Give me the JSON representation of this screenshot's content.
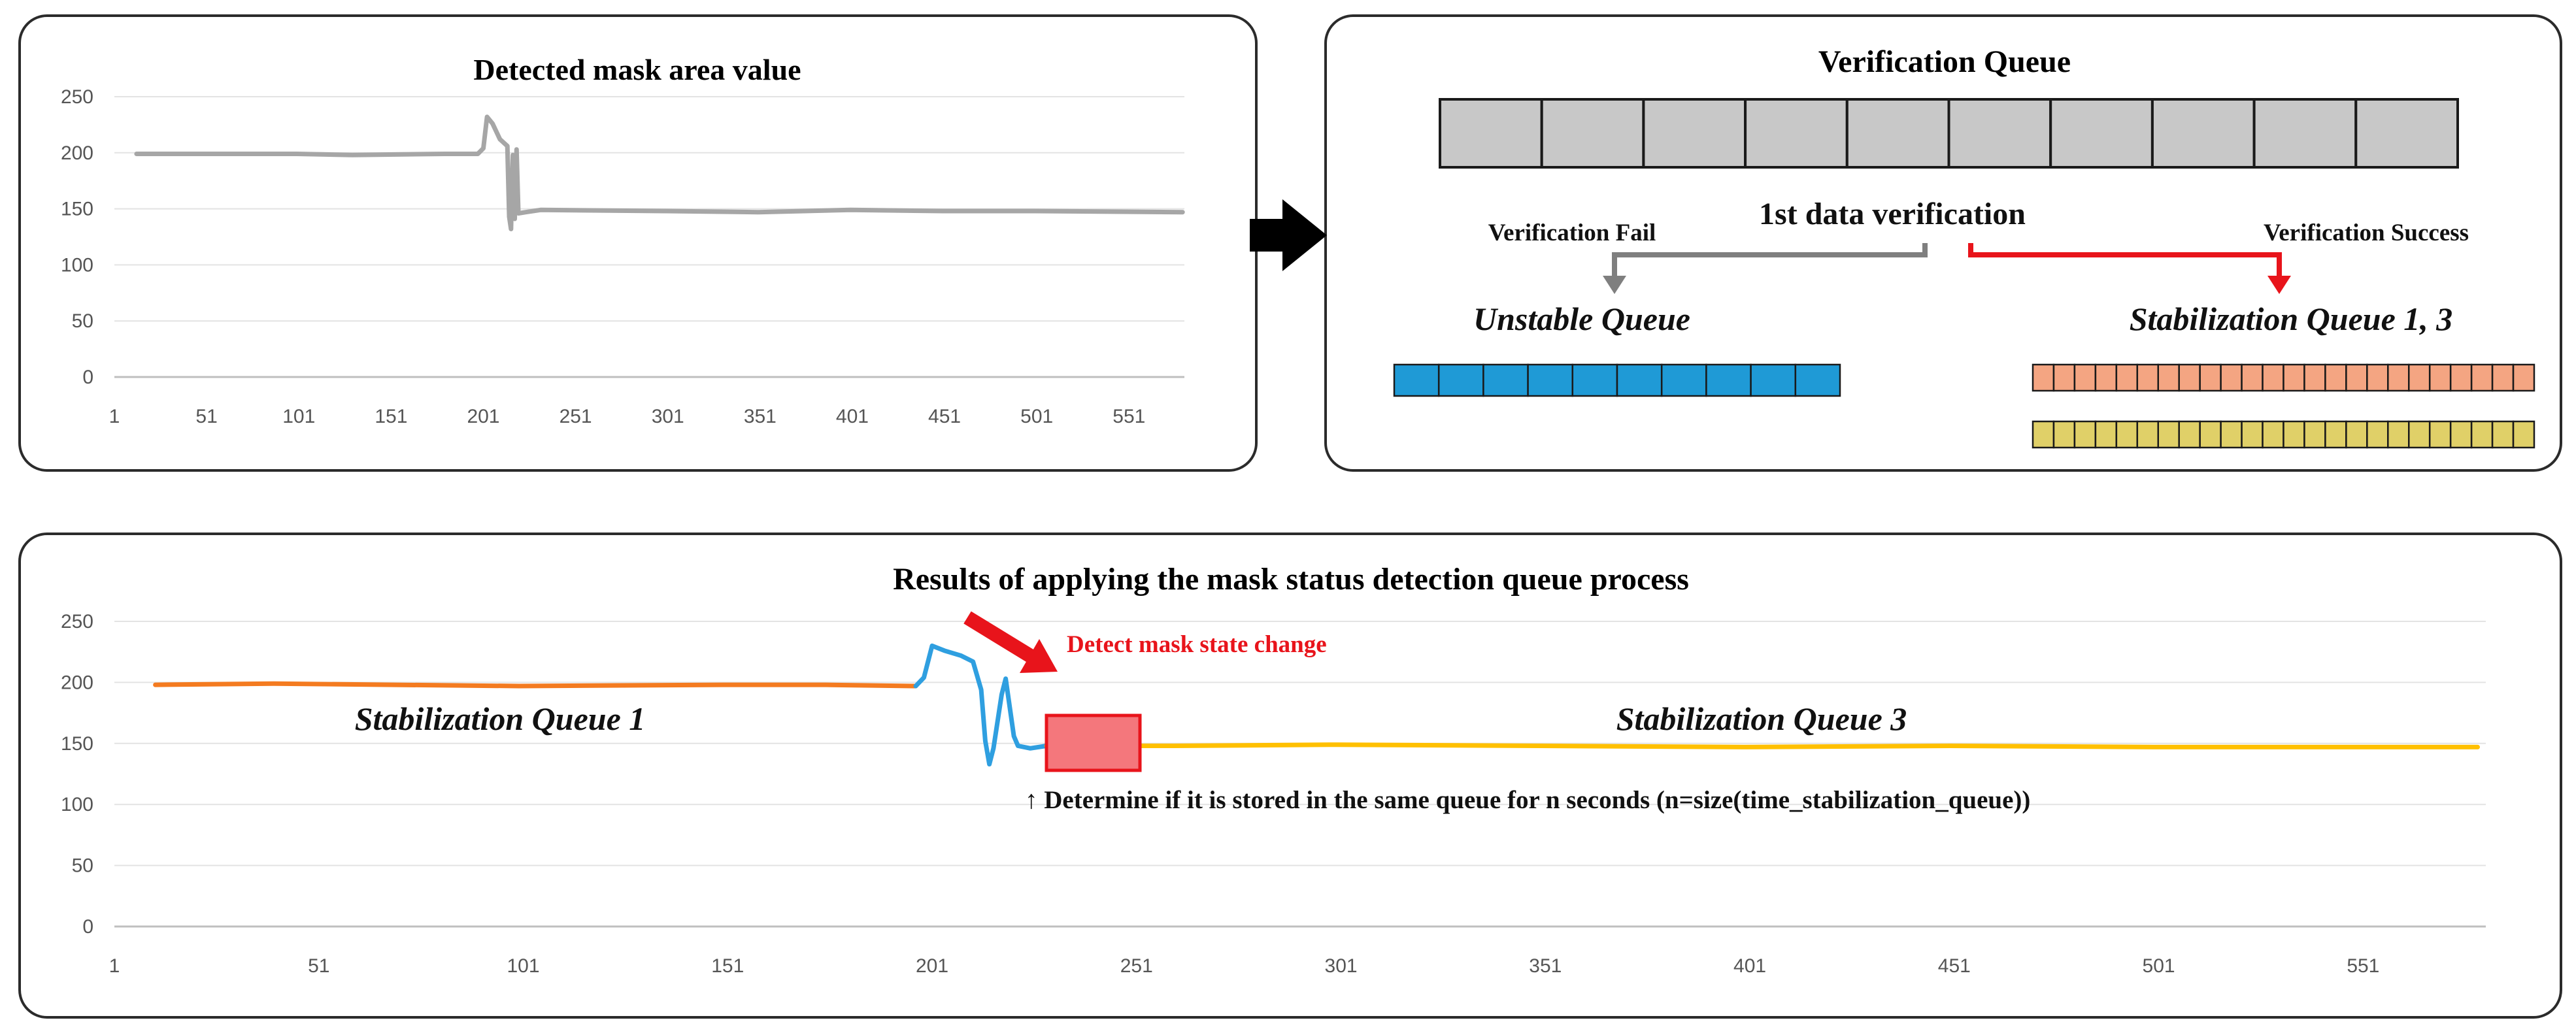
{
  "top_chart": {
    "title": "Detected mask area value"
  },
  "verification": {
    "title": "Verification Queue",
    "first_check": "1st data verification",
    "fail_label": "Verification Fail",
    "success_label": "Verification Success",
    "unstable_label": "Unstable Queue",
    "stabilization_label": "Stabilization Queue 1, 3",
    "queue_cells": 10,
    "unstable_cells": 10,
    "stab_cells": 24
  },
  "bottom_chart": {
    "title": "Results of applying the mask status detection queue process",
    "detect_label": "Detect mask state change",
    "queue1_label": "Stabilization Queue 1",
    "queue3_label": "Stabilization Queue 3",
    "note": "↑ Determine if it is stored in the same queue for n seconds (n=size(time_stabilization_queue))"
  },
  "colors": {
    "gray_line": "#a6a6a6",
    "orange": "#f47b20",
    "blue": "#2f9fe0",
    "yellow": "#ffc000",
    "red": "#e8141b",
    "queue_gray": "#c8c8c8",
    "unstable_fill": "#1f9ad6",
    "stab1_fill": "#f4a582",
    "stab3_fill": "#e0d068"
  },
  "chart_data": [
    {
      "type": "line",
      "title": "Detected mask area value",
      "ylim": [
        0,
        250
      ],
      "yticks": [
        0,
        50,
        100,
        150,
        200,
        250
      ],
      "xlim": [
        1,
        581
      ],
      "xticks": [
        1,
        51,
        101,
        151,
        201,
        251,
        301,
        351,
        401,
        451,
        501,
        551
      ],
      "grid": true,
      "series": [
        {
          "color": "#a6a6a6",
          "points": [
            [
              13,
              199
            ],
            [
              100,
              199
            ],
            [
              130,
              198
            ],
            [
              180,
              199
            ],
            [
              198,
              199
            ],
            [
              201,
              204
            ],
            [
              203,
              232
            ],
            [
              206,
              226
            ],
            [
              210,
              212
            ],
            [
              214,
              206
            ],
            [
              215,
              143
            ],
            [
              216,
              132
            ],
            [
              217,
              198
            ],
            [
              218,
              141
            ],
            [
              219,
              203
            ],
            [
              220,
              146
            ],
            [
              224,
              147
            ],
            [
              232,
              149
            ],
            [
              300,
              148
            ],
            [
              350,
              147
            ],
            [
              400,
              149
            ],
            [
              450,
              148
            ],
            [
              500,
              148
            ],
            [
              580,
              147
            ]
          ]
        }
      ]
    },
    {
      "type": "line",
      "title": "Results of applying the mask status detection queue process",
      "ylim": [
        0,
        250
      ],
      "yticks": [
        0,
        50,
        100,
        150,
        200,
        250
      ],
      "xlim": [
        1,
        581
      ],
      "xticks": [
        1,
        51,
        101,
        151,
        201,
        251,
        301,
        351,
        401,
        451,
        501,
        551
      ],
      "grid": true,
      "series": [
        {
          "color": "#f47b20",
          "points": [
            [
              11,
              198
            ],
            [
              40,
              199
            ],
            [
              100,
              197
            ],
            [
              150,
              198
            ],
            [
              175,
              198
            ],
            [
              197,
              197
            ]
          ]
        },
        {
          "color": "#2f9fe0",
          "points": [
            [
              197,
              197
            ],
            [
              199,
              204
            ],
            [
              201,
              230
            ],
            [
              204,
              226
            ],
            [
              208,
              222
            ],
            [
              211,
              217
            ],
            [
              213,
              194
            ],
            [
              214,
              152
            ],
            [
              215,
              133
            ],
            [
              216,
              146
            ],
            [
              218,
              190
            ],
            [
              219,
              203
            ],
            [
              221,
              156
            ],
            [
              222,
              148
            ],
            [
              225,
              146
            ],
            [
              229,
              148
            ]
          ]
        },
        {
          "color": "#ffc000",
          "points": [
            [
              229,
              148
            ],
            [
              260,
              148
            ],
            [
              300,
              149
            ],
            [
              350,
              148
            ],
            [
              400,
              147
            ],
            [
              450,
              148
            ],
            [
              500,
              147
            ],
            [
              579,
              147
            ]
          ]
        }
      ]
    }
  ]
}
